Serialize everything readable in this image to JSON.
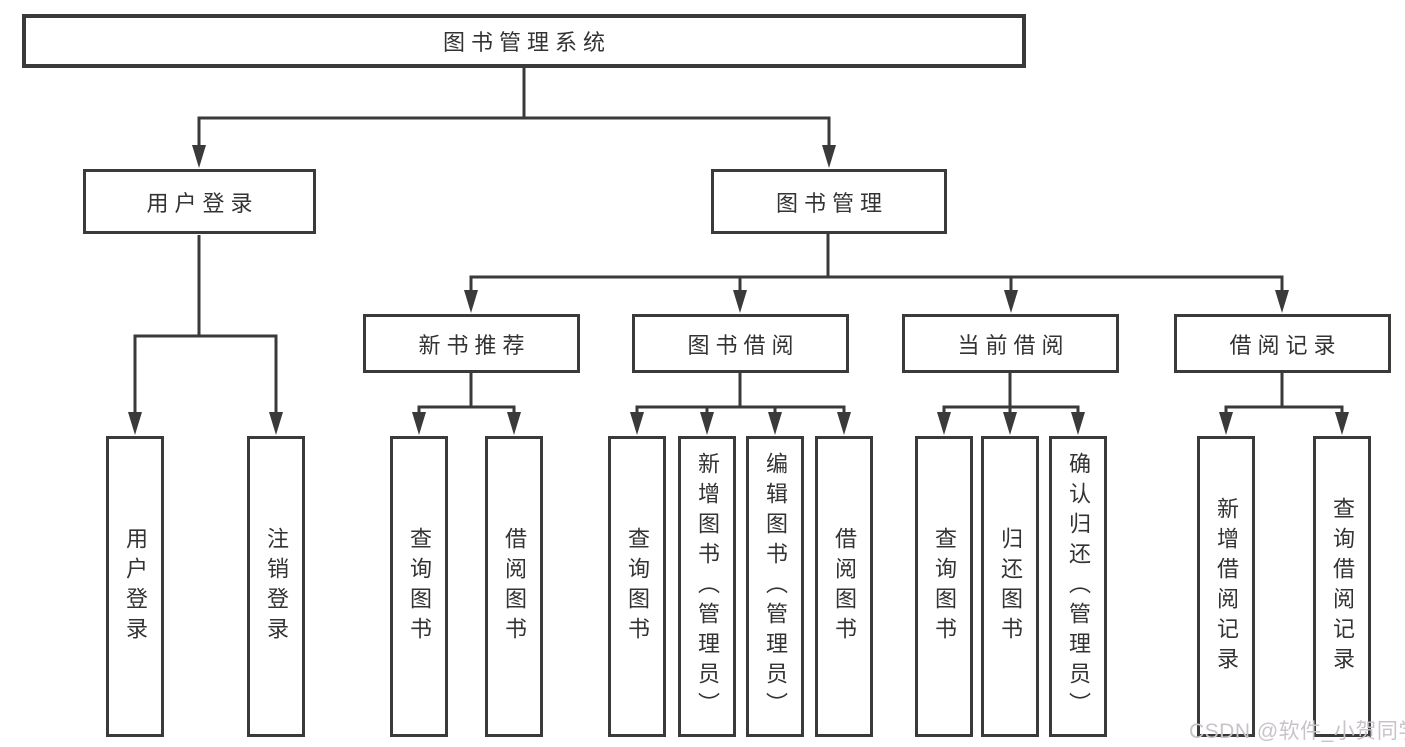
{
  "tree": {
    "root": {
      "label": "图书管理系统",
      "children": [
        {
          "label": "用户登录",
          "children": [
            {
              "label": "用户登录"
            },
            {
              "label": "注销登录"
            }
          ]
        },
        {
          "label": "图书管理",
          "children": [
            {
              "label": "新书推荐",
              "children": [
                {
                  "label": "查询图书"
                },
                {
                  "label": "借阅图书"
                }
              ]
            },
            {
              "label": "图书借阅",
              "children": [
                {
                  "label": "查询图书"
                },
                {
                  "label": "新增图书（管理员）"
                },
                {
                  "label": "编辑图书（管理员）"
                },
                {
                  "label": "借阅图书"
                }
              ]
            },
            {
              "label": "当前借阅",
              "children": [
                {
                  "label": "查询图书"
                },
                {
                  "label": "归还图书"
                },
                {
                  "label": "确认归还（管理员）"
                }
              ]
            },
            {
              "label": "借阅记录",
              "children": [
                {
                  "label": "新增借阅记录"
                },
                {
                  "label": "查询借阅记录"
                }
              ]
            }
          ]
        }
      ]
    }
  },
  "watermark": {
    "text": "CSDN @软件_小贺同学"
  },
  "colors": {
    "line": "#3a3a3a",
    "box_border": "#3a3a3a",
    "box_background": "#ffffff",
    "text": "#333333",
    "watermark": "#c9c3c9",
    "page_background": "#ffffff"
  }
}
